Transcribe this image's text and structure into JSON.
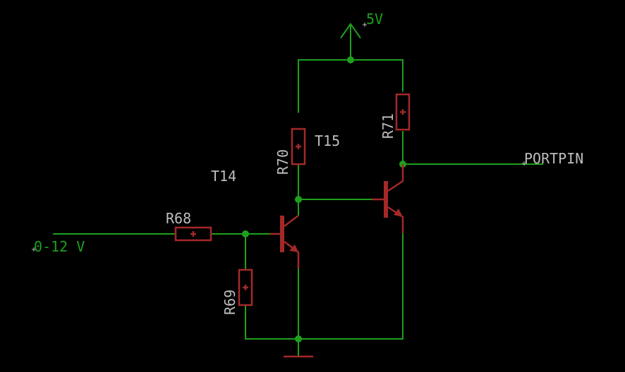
{
  "supply": {
    "label": "5V",
    "color": "#1ea01e"
  },
  "input": {
    "label": "0-12 V",
    "color": "#1ea01e"
  },
  "output": {
    "label": "PORTPIN",
    "color": "#bdbdbd"
  },
  "components": {
    "r68": "R68",
    "r69": "R69",
    "r70": "R70",
    "r71": "R71",
    "t14": "T14",
    "t15": "T15"
  },
  "colors": {
    "background": "#000000",
    "wire": "#1ea01e",
    "component": "#a52828",
    "text": "#bdbdbd"
  },
  "icons": {
    "supply": "supply-arrow-icon",
    "ground": "ground-icon",
    "transistor": "npn-transistor-icon",
    "resistor": "resistor-icon"
  }
}
